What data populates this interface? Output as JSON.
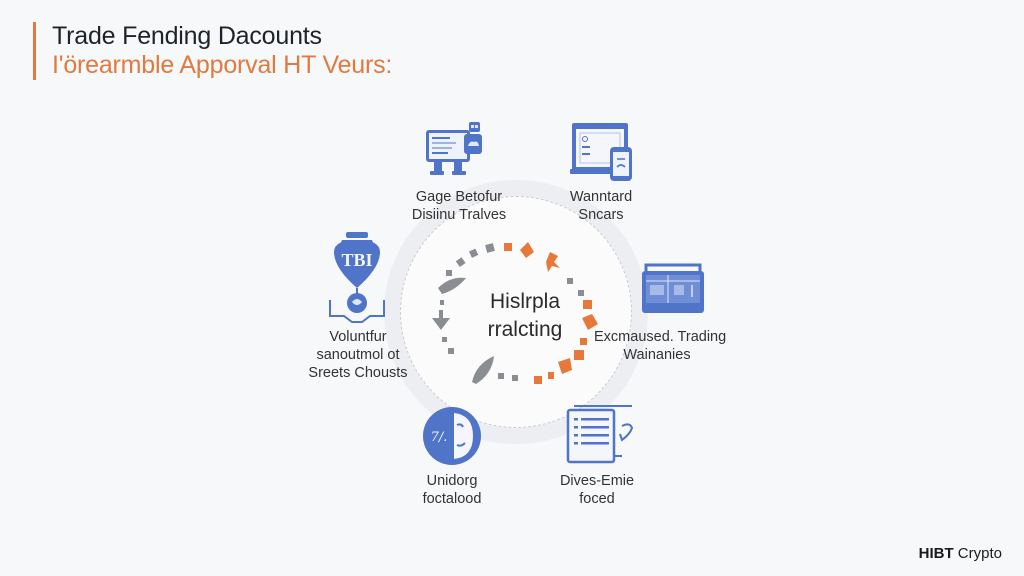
{
  "header": {
    "title_line1": "Trade Fending Dacounts",
    "title_line2": "I'örearmble Apporval HT Veurs:"
  },
  "center": {
    "line1": "Hislrpla",
    "line2": "rralcting"
  },
  "nodes": [
    {
      "id": "top-left",
      "icon": "monitor-robot-icon",
      "line1": "Gage Betofur",
      "line2": "Disiinu Tralves"
    },
    {
      "id": "top-right",
      "icon": "laptop-phone-icon",
      "line1": "Wanntard",
      "line2": "Sncars"
    },
    {
      "id": "left",
      "icon": "tbi-balloon-icon",
      "badge": "TBI",
      "line1": "Voluntfur",
      "line2": "sanoutmol ot",
      "line3": "Sreets Chousts"
    },
    {
      "id": "right",
      "icon": "trading-terminal-icon",
      "line1": "Excmaused. Trading",
      "line2": "Wainanies"
    },
    {
      "id": "bottom-left",
      "icon": "half-moon-face-icon",
      "line1": "Unidorg",
      "line2": "foctalood"
    },
    {
      "id": "bottom-right",
      "icon": "document-checklist-icon",
      "line1": "Dives-Emie",
      "line2": "foced"
    }
  ],
  "brand": {
    "bold": "HIBT",
    "rest": " Crypto"
  },
  "colors": {
    "accent": "#e07a3f",
    "icon_blue": "#4f74c8",
    "ring_gray": "#eceef2",
    "dash_gray": "#8a8d92"
  }
}
